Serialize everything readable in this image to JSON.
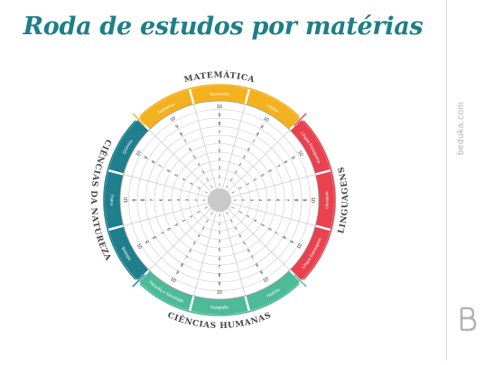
{
  "title": "Roda de estudos por matérias",
  "brand": {
    "site": "beduka.com",
    "logo_icon": "beduka-b-logo"
  },
  "scale_max": 10,
  "areas": [
    {
      "name": "MATEMÁTICA",
      "color": "#f3b01f",
      "subjects": [
        "Aritmética",
        "Geometria",
        "Lógica"
      ]
    },
    {
      "name": "LINGUAGENS",
      "color": "#e9424e",
      "subjects": [
        "Língua Portuguesa",
        "Literatura",
        "Língua Estrangeira"
      ]
    },
    {
      "name": "CIÊNCIAS HUMANAS",
      "color": "#4dba98",
      "subjects": [
        "História",
        "Geografia",
        "Filosofia e Sociologia"
      ]
    },
    {
      "name": "CIÊNCIAS DA NATUREZA",
      "color": "#1f7f8c",
      "subjects": [
        "Biologia",
        "Física",
        "Química"
      ]
    }
  ]
}
